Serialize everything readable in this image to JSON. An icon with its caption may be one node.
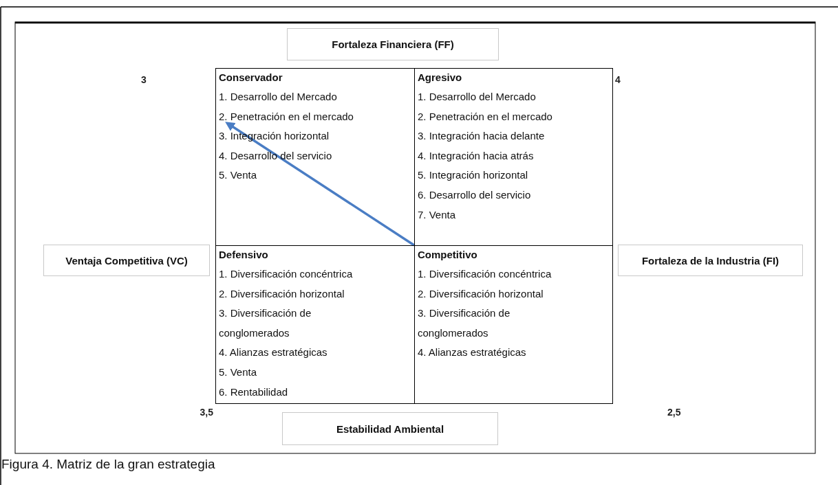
{
  "diagram": {
    "caption": "Figura 4. Matriz de la gran estrategia",
    "nodes": [
      {
        "text": [
          "Fortaleza Financiera (FF)"
        ]
      },
      {
        "text": [
          "Conservador",
          "1. Desarrollo del Mercado",
          "2. Penetración en el mercado",
          "3. Integración horizontal",
          "4. Desarrollo del servicio",
          "5. Venta"
        ]
      },
      {
        "text": [
          "Agresivo",
          "1. Desarrollo del Mercado",
          "2. Penetración en el mercado",
          "3. Integración hacia delante",
          "4. Integración hacia atrás",
          "5. Integración horizontal",
          "6. Desarrollo del servicio",
          "7. Venta"
        ]
      },
      {
        "text": [
          "Ventaja Competitiva (VC)"
        ]
      },
      {
        "text": [
          "Defensivo",
          "1. Diversificación concéntrica",
          "2. Diversificación horizontal",
          "3. Diversificación de conglomerados",
          "4. Alianzas estratégicas",
          "5. Venta",
          "6. Rentabilidad"
        ]
      },
      {
        "text": [
          "Competitivo",
          "1. Diversificación concéntrica",
          "2. Diversificación horizontal",
          "3. Diversificación de conglomerados",
          "4. Alianzas estratégicas"
        ]
      },
      {
        "text": [
          "Fortaleza de la Industria (FI)"
        ]
      },
      {
        "text": [
          "Estabilidad Ambiental"
        ]
      }
    ],
    "edges": [
      {
        "from": 5,
        "to": 1,
        "arrow": "to",
        "color": "#4a7dc4"
      }
    ],
    "labels": [
      "3",
      "4",
      "3,5",
      "2,5"
    ]
  }
}
